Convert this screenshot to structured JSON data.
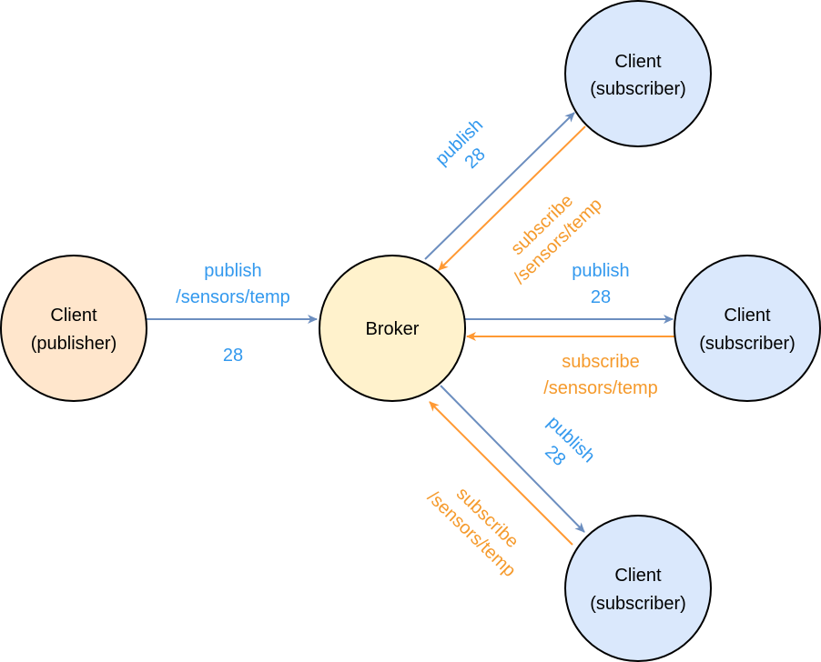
{
  "nodes": {
    "publisher": {
      "line1": "Client",
      "line2": "(publisher)"
    },
    "broker": {
      "label": "Broker"
    },
    "subscriber_top": {
      "line1": "Client",
      "line2": "(subscriber)"
    },
    "subscriber_middle": {
      "line1": "Client",
      "line2": "(subscriber)"
    },
    "subscriber_bottom": {
      "line1": "Client",
      "line2": "(subscriber)"
    }
  },
  "edges": {
    "publisher_to_broker": {
      "line1": "publish",
      "line2": "/sensors/temp",
      "value": "28"
    },
    "broker_to_top": {
      "line1": "publish",
      "line2": "28"
    },
    "top_subscribe": {
      "line1": "subscribe",
      "line2": "/sensors/temp"
    },
    "broker_to_middle": {
      "line1": "publish",
      "line2": "28"
    },
    "middle_subscribe": {
      "line1": "subscribe",
      "line2": "/sensors/temp"
    },
    "broker_to_bottom": {
      "line1": "publish",
      "line2": "28"
    },
    "bottom_subscribe": {
      "line1": "subscribe",
      "line2": "/sensors/temp"
    }
  },
  "colors": {
    "publish": "#3399ee",
    "subscribe": "#f59a2c",
    "publish_arrow": "#6c8ebf",
    "subscribe_arrow": "#ff9933",
    "publisher_fill": "#ffe6cc",
    "broker_fill": "#fff2cc",
    "subscriber_fill": "#dae8fc"
  }
}
